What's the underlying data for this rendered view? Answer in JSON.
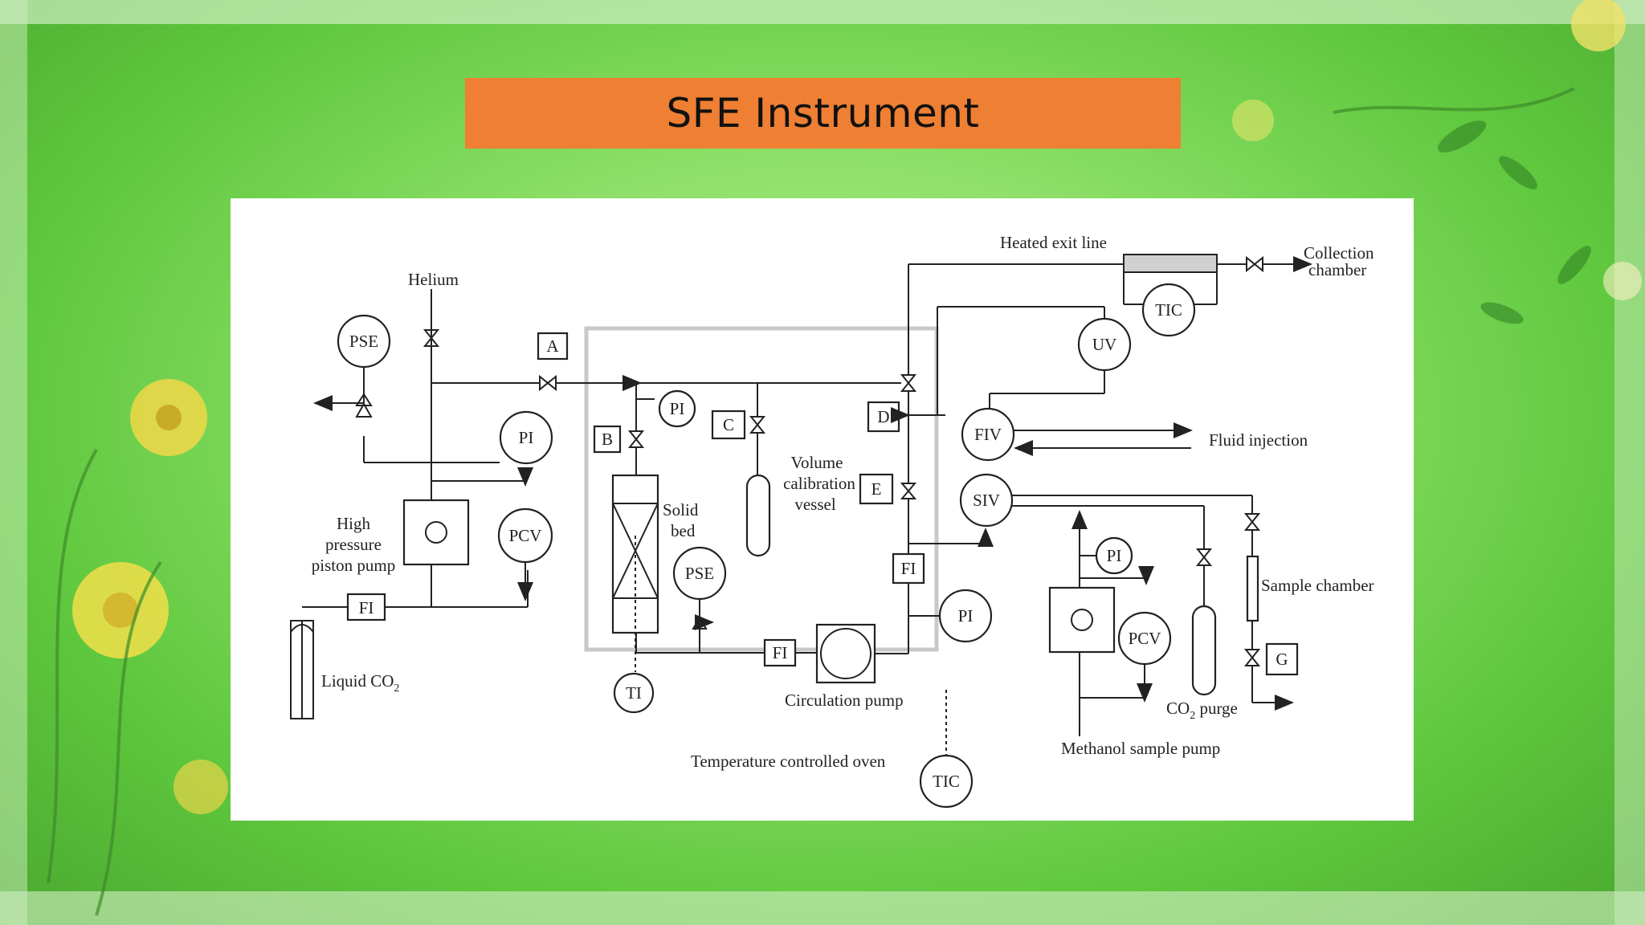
{
  "slide": {
    "title": "SFE Instrument"
  },
  "diagram": {
    "labels": {
      "helium": "Helium",
      "heated_exit_line": "Heated exit line",
      "collection_chamber_1": "Collection",
      "collection_chamber_2": "chamber",
      "fluid_injection": "Fluid injection",
      "sample_chamber": "Sample chamber",
      "solid_bed_1": "Solid",
      "solid_bed_2": "bed",
      "volume_vessel_1": "Volume",
      "volume_vessel_2": "calibration",
      "volume_vessel_3": "vessel",
      "high_pressure_1": "High",
      "high_pressure_2": "pressure",
      "high_pressure_3": "piston pump",
      "liquid_co2": "Liquid CO",
      "liquid_co2_sub": "2",
      "circulation_pump": "Circulation pump",
      "temperature_oven": "Temperature controlled oven",
      "co2_purge": "CO",
      "co2_purge_sub": "2",
      "co2_purge_tail": " purge",
      "methanol_pump": "Methanol sample pump"
    },
    "instruments": {
      "pse_top": "PSE",
      "pi_left": "PI",
      "pcv_left": "PCV",
      "fi_left": "FI",
      "box_a": "A",
      "box_b": "B",
      "box_c": "C",
      "box_d": "D",
      "box_e": "E",
      "box_g": "G",
      "pi_oven_top": "PI",
      "pse_oven": "PSE",
      "ti": "TI",
      "fi_oven_bottom": "FI",
      "fi_oven_right": "FI",
      "pi_oven_right": "PI",
      "tic_top": "TIC",
      "uv": "UV",
      "fiv": "FIV",
      "siv": "SIV",
      "pi_methanol": "PI",
      "pcv_methanol": "PCV",
      "tic_bottom": "TIC"
    }
  }
}
